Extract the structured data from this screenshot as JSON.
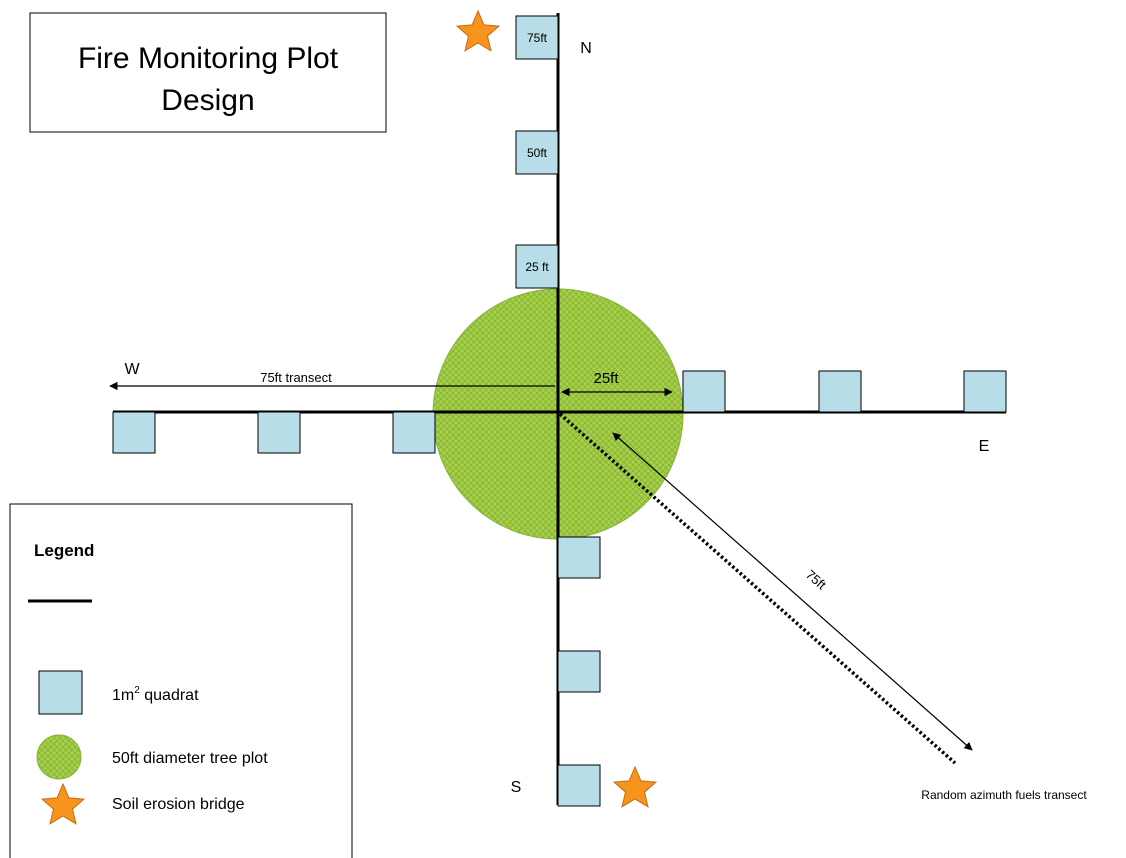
{
  "title": {
    "line1": "Fire Monitoring Plot",
    "line2": "Design"
  },
  "directions": {
    "north": "N",
    "south": "S",
    "east": "E",
    "west": "W"
  },
  "north_quadrats": {
    "q75": "75ft",
    "q50": "50ft",
    "q25": "25 ft"
  },
  "measurements": {
    "west_transect": "75ft transect",
    "radius": "25ft",
    "fuels_length": "75ft",
    "fuels_transect": "Random azimuth fuels transect"
  },
  "legend": {
    "title": "Legend",
    "quadrat_prefix": "1m",
    "quadrat_sup": "2",
    "quadrat_suffix": " quadrat",
    "tree_plot": "50ft diameter tree plot",
    "soil_bridge": "Soil erosion bridge"
  },
  "colors": {
    "quadrat_fill": "#b7dde8",
    "tree_plot_fill": "#a6cf4a",
    "star_fill": "#f7941d"
  }
}
